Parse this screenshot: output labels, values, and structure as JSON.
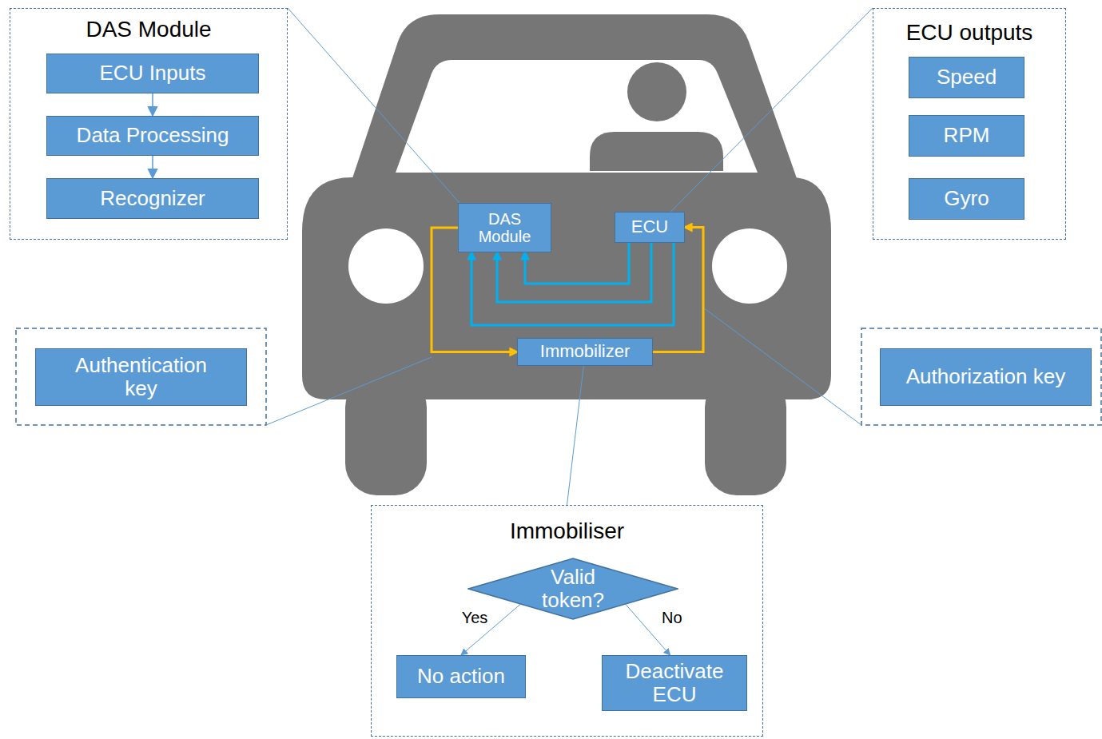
{
  "diagram": {
    "nodes": [
      {
        "text": [
          "DAS Module"
        ]
      },
      {
        "text": [
          "ECU Inputs"
        ],
        "in": 0
      },
      {
        "text": [
          "Data Processing"
        ],
        "in": 0
      },
      {
        "text": [
          "Recognizer"
        ],
        "in": 0
      },
      {
        "text": [
          "ECU outputs"
        ]
      },
      {
        "text": [
          "Speed"
        ],
        "in": 4
      },
      {
        "text": [
          "RPM"
        ],
        "in": 4
      },
      {
        "text": [
          "Gyro"
        ],
        "in": 4
      },
      {
        "text": [
          "DAS Module"
        ]
      },
      {
        "text": [
          "ECU"
        ]
      },
      {
        "text": [
          "Authentication key"
        ]
      },
      {
        "text": [
          "Immobilizer"
        ]
      },
      {
        "text": [
          "Authorization key"
        ]
      },
      {
        "text": [
          "Immobiliser"
        ]
      },
      {
        "text": [
          "Valid token?"
        ],
        "in": 13
      },
      {
        "text": [
          "No action"
        ],
        "in": 13
      },
      {
        "text": [
          "Deactivate ECU"
        ],
        "in": 13
      }
    ],
    "edges": [
      {
        "from": 1,
        "to": 2,
        "arrow": "to"
      },
      {
        "from": 2,
        "to": 3,
        "arrow": "to"
      },
      {
        "from": 9,
        "to": 8,
        "arrow": "to"
      },
      {
        "from": 9,
        "to": 8,
        "arrow": "to"
      },
      {
        "from": 9,
        "to": 8,
        "arrow": "to"
      },
      {
        "from": 8,
        "to": 11,
        "arrow": "to"
      },
      {
        "from": 11,
        "to": 9,
        "arrow": "to"
      },
      {
        "from": 14,
        "to": 15,
        "label": "Yes",
        "arrow": "to"
      },
      {
        "from": 14,
        "to": 16,
        "label": "No",
        "arrow": "to"
      },
      {
        "from": 0,
        "to": 8,
        "arrow": "none"
      },
      {
        "from": 4,
        "to": 9,
        "arrow": "none"
      },
      {
        "from": 13,
        "to": 11,
        "arrow": "none"
      }
    ]
  }
}
